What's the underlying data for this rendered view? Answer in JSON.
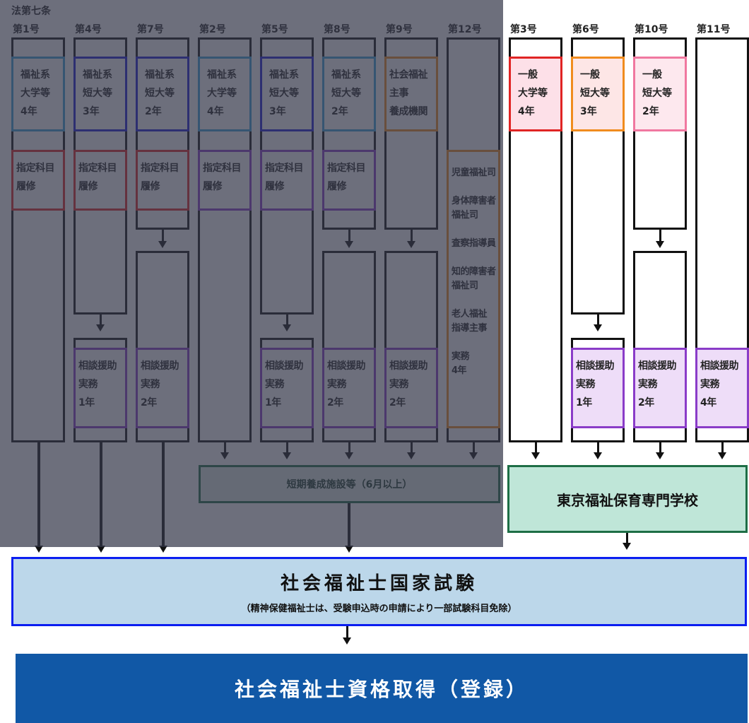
{
  "law_label": "法第七条",
  "columns": [
    {
      "id": "c1",
      "header": "第1号"
    },
    {
      "id": "c4",
      "header": "第4号"
    },
    {
      "id": "c7",
      "header": "第7号"
    },
    {
      "id": "c2",
      "header": "第2号"
    },
    {
      "id": "c5",
      "header": "第5号"
    },
    {
      "id": "c8",
      "header": "第8号"
    },
    {
      "id": "c9",
      "header": "第9号"
    },
    {
      "id": "c12",
      "header": "第12号"
    },
    {
      "id": "c3",
      "header": "第3号"
    },
    {
      "id": "c6",
      "header": "第6号"
    },
    {
      "id": "c10",
      "header": "第10号"
    },
    {
      "id": "c11",
      "header": "第11号"
    }
  ],
  "boxes": {
    "c1_school": "福祉系\n大学等\n4年",
    "c1_course": "指定科目\n履修",
    "c4_school": "福祉系\n短大等\n3年",
    "c4_course": "指定科目\n履修",
    "c4_practice": "相談援助\n実務\n1年",
    "c7_school": "福祉系\n短大等\n2年",
    "c7_course": "指定科目\n履修",
    "c7_practice": "相談援助\n実務\n2年",
    "c2_school": "福祉系\n大学等\n4年",
    "c2_course": "指定科目\n履修",
    "c5_school": "福祉系\n短大等\n3年",
    "c5_course": "指定科目\n履修",
    "c5_practice": "相談援助\n実務\n1年",
    "c8_school": "福祉系\n短大等\n2年",
    "c8_course": "指定科目\n履修",
    "c8_practice": "相談援助\n実務\n2年",
    "c9_school": "社会福祉\n主事\n養成機関",
    "c9_practice": "相談援助\n実務\n2年",
    "c12_jobs": "児童福祉司\n\n身体障害者\n福祉司\n\n査察指導員\n\n知的障害者\n福祉司\n\n老人福祉\n指導主事\n\n実務\n4年",
    "c3_school": "一般\n大学等\n4年",
    "c6_school": "一般\n短大等\n3年",
    "c6_practice": "相談援助\n実務\n1年",
    "c10_school": "一般\n短大等\n2年",
    "c10_practice": "相談援助\n実務\n2年",
    "c11_practice": "相談援助\n実務\n4年"
  },
  "short_course": "短期養成施設等（6月以上）",
  "school_name": "東京福祉保育専門学校",
  "exam": {
    "title": "社会福祉士国家試験",
    "note": "（精神保健福祉士は、受験申込時の申請により一部試験科目免除）"
  },
  "registration": "社会福祉士資格取得（登録）",
  "colors": {
    "overlay": "#34384a",
    "red": "#e02424",
    "blue": "#1a1ad6",
    "lightblue": "#3aa0dc",
    "purple": "#8a3cc8",
    "orange": "#f08c1e",
    "pink": "#f078a0",
    "green": "#1e6e46",
    "exam_fill": "#bcd7ea",
    "exam_border": "#0a1ef0",
    "registration_fill": "#1158a6"
  }
}
